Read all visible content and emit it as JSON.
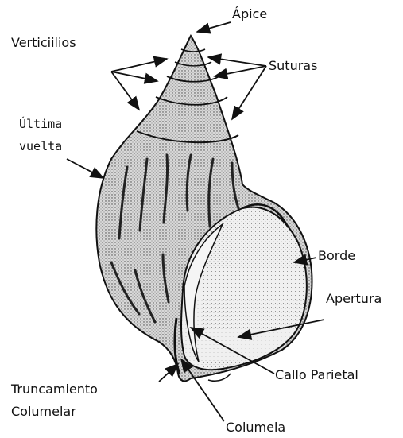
{
  "labels": {
    "apice": "Ápice",
    "verticilios": "Verticiilios",
    "suturas": "Suturas",
    "ultima_line1": "Última",
    "ultima_line2": "vuelta",
    "borde": "Borde",
    "apertura": "Apertura",
    "callo": "Callo Parietal",
    "truncamiento_line1": "Truncamiento",
    "truncamiento_line2": "Columelar",
    "columela": "Columela"
  },
  "colors": {
    "ink": "#111111",
    "shell_fill": "#c9c9c9",
    "aperture_fill": "#e8e8e8",
    "background": "#ffffff"
  }
}
